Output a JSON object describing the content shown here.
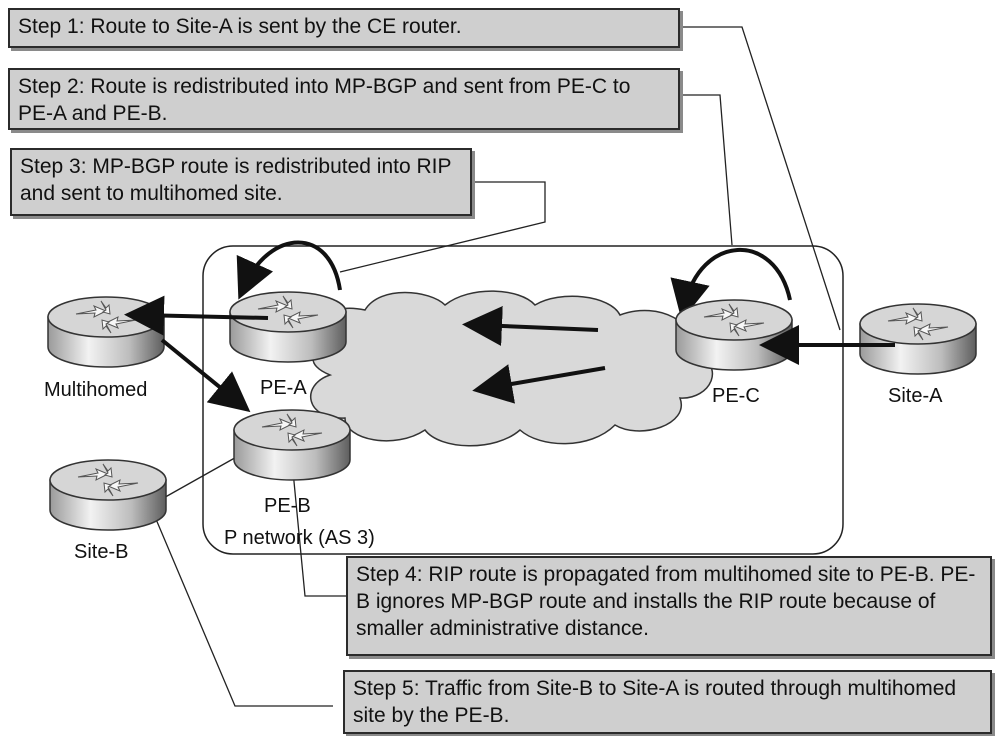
{
  "steps": {
    "step1": "Step 1: Route to Site-A is sent by the CE router.",
    "step2": "Step 2: Route is redistributed into MP-BGP and sent from PE-C to PE-A and PE-B.",
    "step3": "Step 3: MP-BGP route is redistributed into RIP and sent to multihomed site.",
    "step4": "Step 4: RIP route is propagated from multihomed site to PE-B. PE-B ignores MP-BGP route and installs the RIP route because of smaller administrative distance.",
    "step5": "Step 5: Traffic from Site-B to Site-A is routed through multihomed site by the PE-B."
  },
  "nodes": {
    "multihomed": "Multihomed",
    "pe_a": "PE-A",
    "pe_b": "PE-B",
    "pe_c": "PE-C",
    "site_a": "Site-A",
    "site_b": "Site-B"
  },
  "network_label": "P network (AS 3)",
  "colors": {
    "box_fill": "#cfcfcf",
    "router_top": "#d4d4d4",
    "cloud": "#d9d9d9",
    "line": "#111111"
  }
}
